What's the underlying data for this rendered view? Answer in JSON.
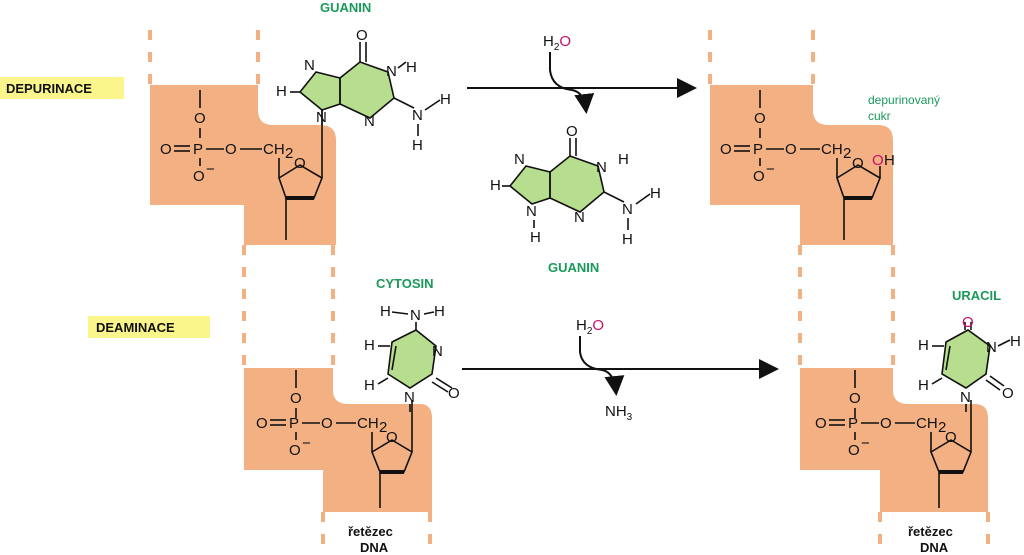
{
  "labels": {
    "depurination": "DEPURINACE",
    "deamination": "DEAMINACE"
  },
  "bases": {
    "guanine_top": "GUANIN",
    "guanine_released": "GUANIN",
    "cytosine": "CYTOSIN",
    "uracil": "URACIL"
  },
  "products": {
    "depurinated_sugar_line1": "depurinovaný",
    "depurinated_sugar_line2": "cukr"
  },
  "reagents": {
    "water_top": "H2O",
    "water_bottom": "H2O",
    "ammonia": "NH3"
  },
  "strand": {
    "line1": "řetězec",
    "line2": "DNA"
  },
  "colors": {
    "sugar_block": "#f2b083",
    "base_ring": "#b7de8e",
    "label_bg": "#fbf68c",
    "base_name": "#1a9a5a",
    "highlight_atom": "#c8106b"
  }
}
